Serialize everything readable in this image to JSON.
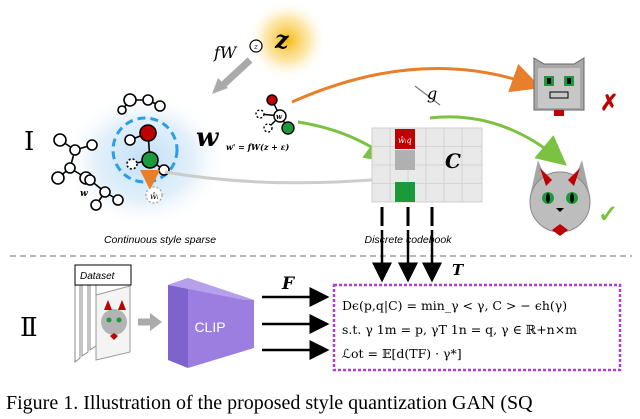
{
  "labels": {
    "z": "z",
    "fw": "fW",
    "w": "w",
    "w_node": "w",
    "w_prime": "w' = fW(z + ε)",
    "w_hat": "ŵᵢ",
    "w_hat_q": "ŵᵢq",
    "g": "g",
    "C": "C",
    "F": "F",
    "T": "T",
    "roman_1": "Ⅰ",
    "roman_2": "Ⅱ",
    "clip": "CLIP",
    "dataset": "Dataset",
    "continuous": "Continuous style sparse",
    "codebook": "Discrete codebook",
    "cross": "✗",
    "check": "✓"
  },
  "equations": {
    "line1": "Dϵ(p,q|C) = min_γ < γ, C > − ϵh(γ)",
    "line2": "s.t. γ 1m = p,  γT 1n = q,  γ ∈ ℝ+n×m",
    "line3": "ℒot = 𝔼[d(TF) · γ*]"
  },
  "caption": "Figure 1. Illustration of the proposed style quantization GAN (SQ",
  "colors": {
    "orange": "#e87f2a",
    "green": "#7cc242",
    "red": "#c00000",
    "dkgreen": "#1a9a3a",
    "purple": "#b040d0",
    "clip": "#9b7ee0",
    "blue_ring": "#2a9ee8",
    "sun": "#f4b400"
  }
}
